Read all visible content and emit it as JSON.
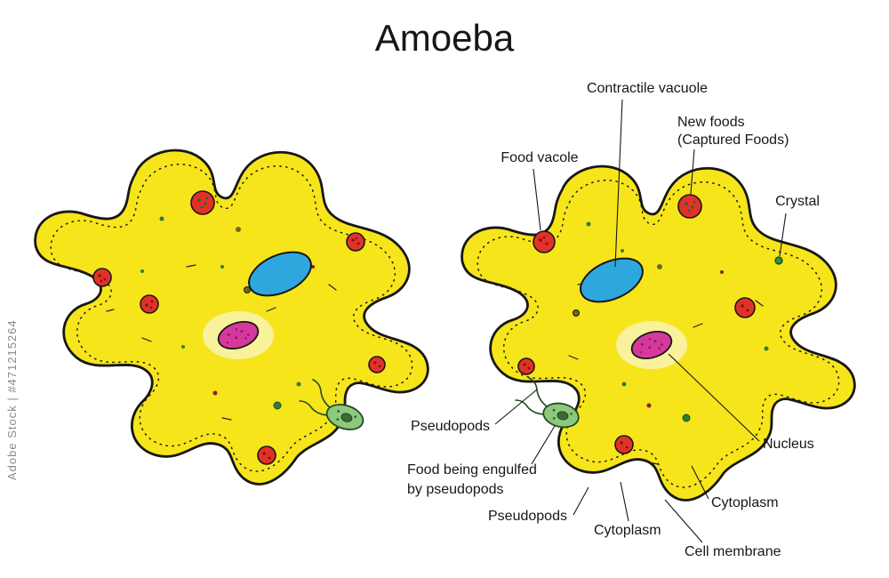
{
  "title": "Amoeba",
  "watermark": "Adobe Stock | #471215264",
  "labels": {
    "contractile_vacuole": "Contractile vacuole",
    "food_vacole": "Food vacole",
    "new_foods_line1": "New foods",
    "new_foods_line2": "(Captured Foods)",
    "crystal": "Crystal",
    "pseudopods_left": "Pseudopods",
    "food_engulfed_line1": "Food being engulfed",
    "food_engulfed_line2": "by pseudopods",
    "pseudopods_bottom": "Pseudopods",
    "cytoplasm_bottom": "Cytoplasm",
    "cytoplasm_right": "Cytoplasm",
    "cell_membrane": "Cell membrane",
    "nucleus": "Nucleus"
  },
  "colors": {
    "cytoplasm": "#F6E51B",
    "membrane": "#171717",
    "contractile_vacuole": "#2EA7DE",
    "nucleus": "#D6399B",
    "nucleus_halo": "#FBF2AC",
    "food_vacuole": "#E03228",
    "prey": "#8CC87E",
    "crystal": "#2E8F3C",
    "text": "#171717",
    "watermark": "#8A8A8A"
  }
}
